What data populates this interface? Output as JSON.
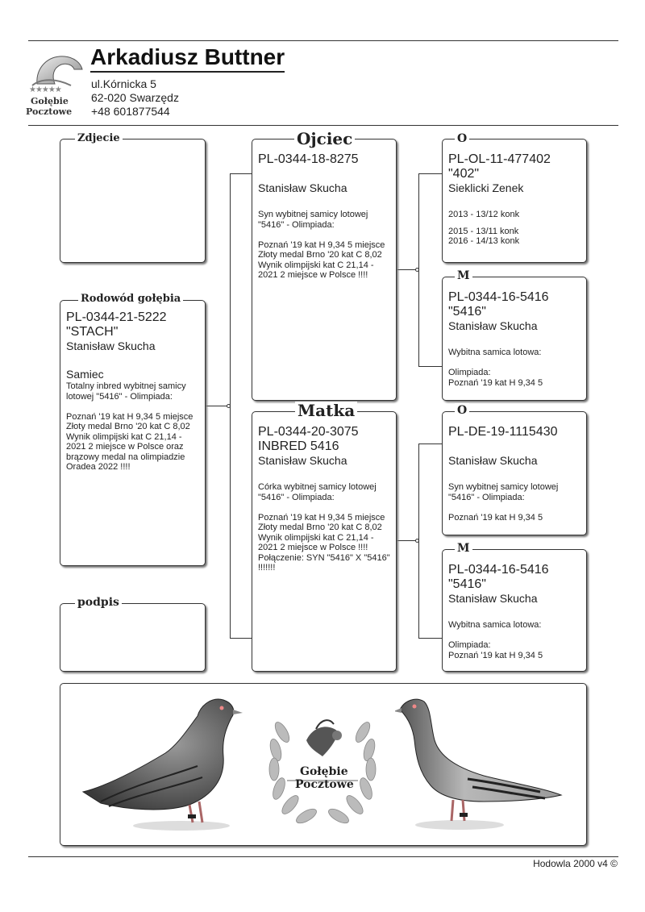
{
  "header": {
    "logo_text": [
      "Gołębie",
      "Pocztowe"
    ],
    "logo_stars": "★★★★★",
    "owner_name": "Arkadiusz Buttner",
    "street": "ul.Kórnicka 5",
    "city": "62-020 Swarzędz",
    "phone": "+48 601877544"
  },
  "photo_box": {
    "legend": "Zdjecie"
  },
  "signature_box": {
    "legend": "podpis"
  },
  "pigeon": {
    "legend": "Rodowód gołębia",
    "ring": "PL-0344-21-5222",
    "name": "\"STACH\"",
    "breeder": "Stanisław Skucha",
    "sex": "Samiec",
    "description": "Totalny inbred  wybitnej samicy lotowej \"5416\" - Olimpiada:\n\nPoznań '19 kat H 9,34  5 miejsce\nZłoty medal Brno '20 kat C 8,02\nWynik olimpijski kat C 21,14 - 2021 2 miejsce w Polsce oraz brązowy medal na olimpiadzie Oradea 2022 !!!!"
  },
  "father": {
    "legend": "Ojciec",
    "ring": "PL-0344-18-8275",
    "breeder": "Stanisław Skucha",
    "description": "Syn wybitnej samicy lotowej \"5416\" - Olimpiada:\n\nPoznań '19 kat H 9,34  5 miejsce\nZłoty medal Brno '20 kat C 8,02\nWynik olimpijski kat C 21,14 - 2021 2 miejsce w Polsce !!!!"
  },
  "mother": {
    "legend": "Matka",
    "ring": "PL-0344-20-3075",
    "name": "INBRED 5416",
    "breeder": "Stanisław Skucha",
    "description": "Córka wybitnej samicy lotowej \"5416\" - Olimpiada:\n\nPoznań '19 kat H 9,34  5 miejsce\nZłoty medal Brno '20 kat C 8,02\nWynik olimpijski kat C 21,14 - 2021 2 miejsce w Polsce !!!!\nPołączenie: SYN \"5416\" X \"5416\" !!!!!!!"
  },
  "father_father": {
    "legend": "O",
    "ring": "PL-OL-11-477402",
    "name": "\"402\"",
    "breeder": "Sieklicki Zenek",
    "results1": "2013 - 13/12 konk",
    "results2": "2015 - 13/11 konk\n2016 - 14/13 konk"
  },
  "father_mother": {
    "legend": "M",
    "ring": "PL-0344-16-5416",
    "name": "\"5416\"",
    "breeder": "Stanisław Skucha",
    "description": "Wybitna samica lotowa:\n\nOlimpiada:\nPoznań '19 kat H 9,34  5"
  },
  "mother_father": {
    "legend": "O",
    "ring": "PL-DE-19-1115430",
    "breeder": "Stanisław Skucha",
    "description": "Syn wybitnej samicy lotowej \"5416\" - Olimpiada:\n\nPoznań '19 kat H 9,34  5"
  },
  "mother_mother": {
    "legend": "M",
    "ring": "PL-0344-16-5416",
    "name": "\"5416\"",
    "breeder": "Stanisław Skucha",
    "description": "Wybitna samica lotowa:\n\nOlimpiada:\nPoznań '19 kat H 9,34  5"
  },
  "banner": {
    "logo_text": [
      "Gołębie",
      "Pocztowe"
    ]
  },
  "footer": {
    "text": "Hodowla 2000 v4 ©"
  }
}
